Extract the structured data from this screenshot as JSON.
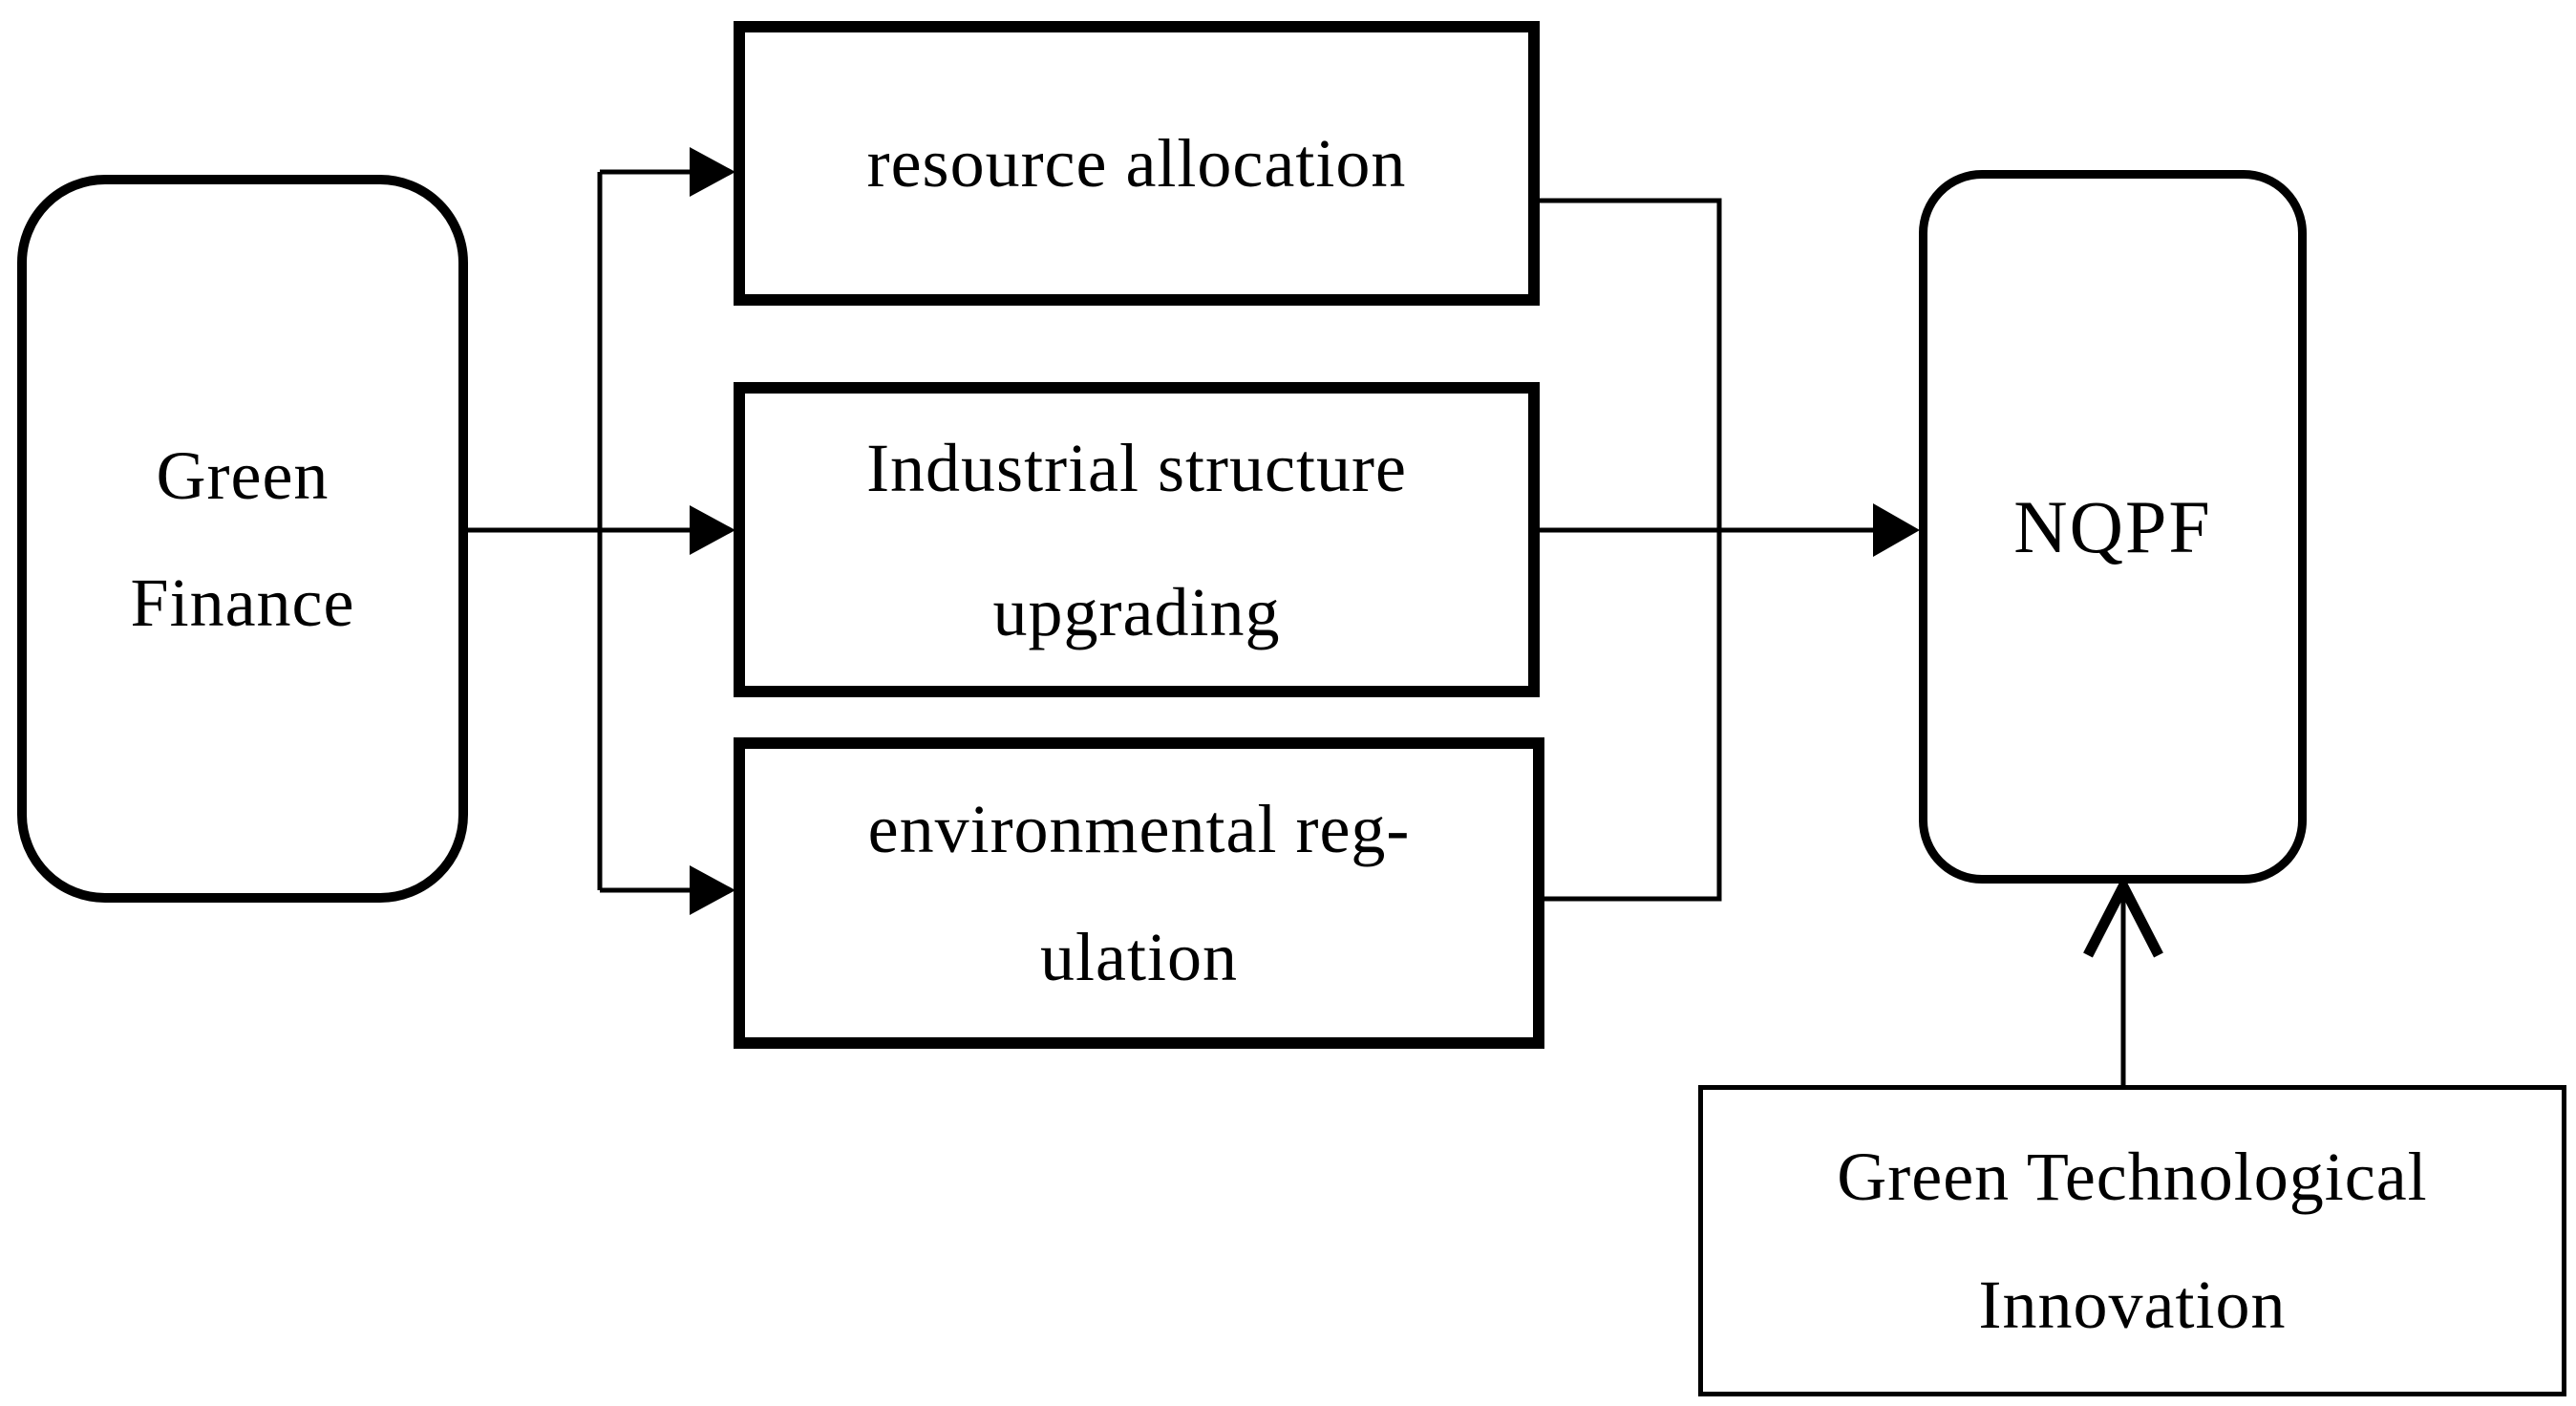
{
  "figure": {
    "type": "flow-diagram",
    "background_color": "#ffffff",
    "stroke_color": "#000000",
    "text_color": "#000000",
    "nodes": {
      "green_finance": {
        "shape": "rounded-rectangle",
        "lines": [
          "Green",
          "Finance"
        ]
      },
      "resource_allocation": {
        "shape": "rectangle",
        "lines": [
          "resource allocation"
        ]
      },
      "industrial_structure": {
        "shape": "rectangle",
        "lines": [
          "Industrial structure",
          "upgrading"
        ]
      },
      "environmental_regulation": {
        "shape": "rectangle",
        "lines": [
          "environmental reg-",
          "ulation"
        ]
      },
      "nqpf": {
        "shape": "rounded-rectangle",
        "lines": [
          "NQPF"
        ]
      },
      "green_tech_innovation": {
        "shape": "rectangle",
        "lines": [
          "Green Technological",
          "Innovation"
        ]
      }
    },
    "edges": [
      {
        "from": "green_finance",
        "to": "resource_allocation",
        "style": "arrow"
      },
      {
        "from": "green_finance",
        "to": "industrial_structure",
        "style": "arrow"
      },
      {
        "from": "green_finance",
        "to": "environmental_regulation",
        "style": "arrow"
      },
      {
        "from": "resource_allocation",
        "to": "nqpf",
        "style": "line-joins-collector"
      },
      {
        "from": "industrial_structure",
        "to": "nqpf",
        "style": "arrow"
      },
      {
        "from": "environmental_regulation",
        "to": "nqpf",
        "style": "line-joins-collector"
      },
      {
        "from": "green_tech_innovation",
        "to": "nqpf",
        "style": "arrow-up"
      }
    ]
  }
}
